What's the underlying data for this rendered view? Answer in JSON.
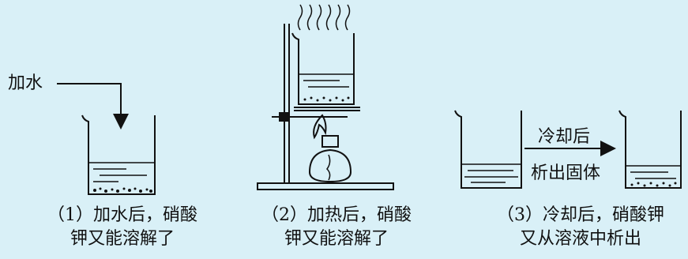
{
  "labels": {
    "add_water": "加水",
    "cooled": "冷却后",
    "precipitate_solid": "析出固体"
  },
  "captions": [
    {
      "line1": "（1）加水后，硝酸",
      "line2": "钾又能溶解了"
    },
    {
      "line1": "（2）加热后，硝酸",
      "line2": "钾又能溶解了"
    },
    {
      "line1": "（3）冷却后，硝酸钾",
      "line2": "又从溶液中析出"
    }
  ],
  "colors": {
    "background": "#d9f0f7",
    "ink": "#111111"
  }
}
